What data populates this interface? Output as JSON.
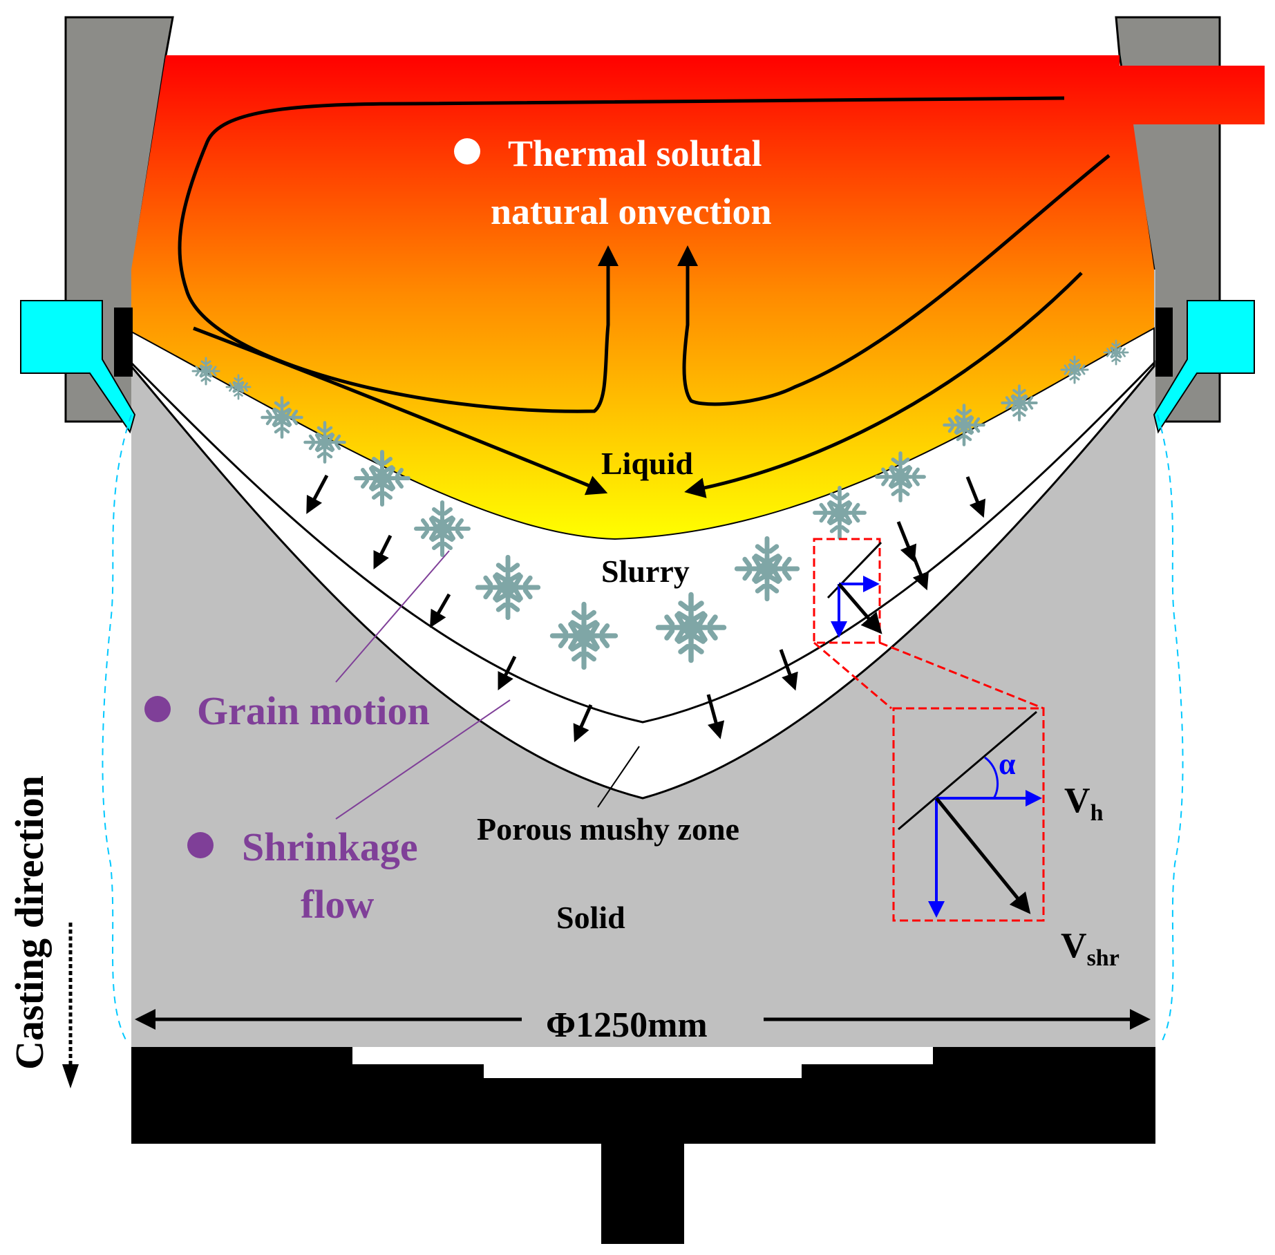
{
  "labels": {
    "thermal_line1": "Thermal solutal",
    "thermal_line2": "natural onvection",
    "liquid": "Liquid",
    "slurry": "Slurry",
    "grain_motion": "Grain motion",
    "shrinkage_line1": "Shrinkage",
    "shrinkage_line2": "flow",
    "porous_mushy_zone": "Porous mushy zone",
    "solid": "Solid",
    "diameter": "Φ1250mm",
    "casting_direction": "Casting direction",
    "alpha": "α",
    "v_h_main": "V",
    "v_h_sub": "h",
    "v_shr_main": "V",
    "v_shr_sub": "shr"
  },
  "colors": {
    "liquid_top": "#ff0000",
    "liquid_mid": "#ff8c00",
    "liquid_bottom": "#ffff00",
    "solid": "#c0c0c0",
    "mold": "#8c8c88",
    "cooling_water": "#00ffff",
    "base": "#000000",
    "dendrite": "#7fa6a6",
    "highlight_box": "#ff0000",
    "velocity_blue": "#0000ff",
    "legend_purple": "#7f3f98"
  }
}
